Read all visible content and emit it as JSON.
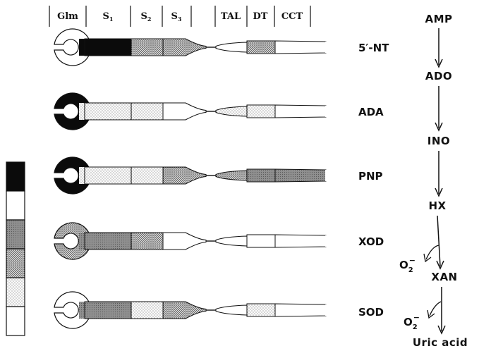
{
  "segments": [
    "Glm",
    "S1",
    "S2",
    "S3",
    "",
    "TAL",
    "DT",
    "CCT"
  ],
  "rows": [
    {
      "enzyme": "5′-NT",
      "glm": "white",
      "S1": "black",
      "S2": "dense-dot",
      "S3": "dense-dot",
      "TAL": "white",
      "DT": "dense-dot",
      "CCT": "white"
    },
    {
      "enzyme": "ADA",
      "glm": "black",
      "S1": "light-dot",
      "S2": "light-dot",
      "S3": "white",
      "TAL": "light-dot",
      "DT": "light-dot",
      "CCT": "white"
    },
    {
      "enzyme": "PNP",
      "glm": "black",
      "S1": "light-dot",
      "S2": "light-dot",
      "S3": "dense-dot",
      "TAL": "dense-dot",
      "DT": "gray",
      "CCT": "gray"
    },
    {
      "enzyme": "XOD",
      "glm": "dense-dot",
      "S1": "gray",
      "S2": "dense-dot",
      "S3": "white",
      "TAL": "white",
      "DT": "white",
      "CCT": "white"
    },
    {
      "enzyme": "SOD",
      "glm": "white",
      "S1": "gray",
      "S2": "light-dot",
      "S3": "dense-dot",
      "TAL": "white",
      "DT": "light-dot",
      "CCT": "white"
    }
  ],
  "legend_scale": [
    "black",
    "white",
    "gray",
    "dense-dot",
    "light-dot",
    "white"
  ],
  "pathway": {
    "AMP": "AMP",
    "ADO": "ADO",
    "INO": "INO",
    "HX": "HX",
    "XAN": "XAN",
    "uric": "Uric acid",
    "o2_base": "O",
    "o2_sub": "2",
    "o2_sup": "−"
  },
  "colors": {
    "black": "#0b0b0b",
    "gray": "#8f8f8f",
    "ink": "#111111",
    "paper": "#ffffff"
  }
}
